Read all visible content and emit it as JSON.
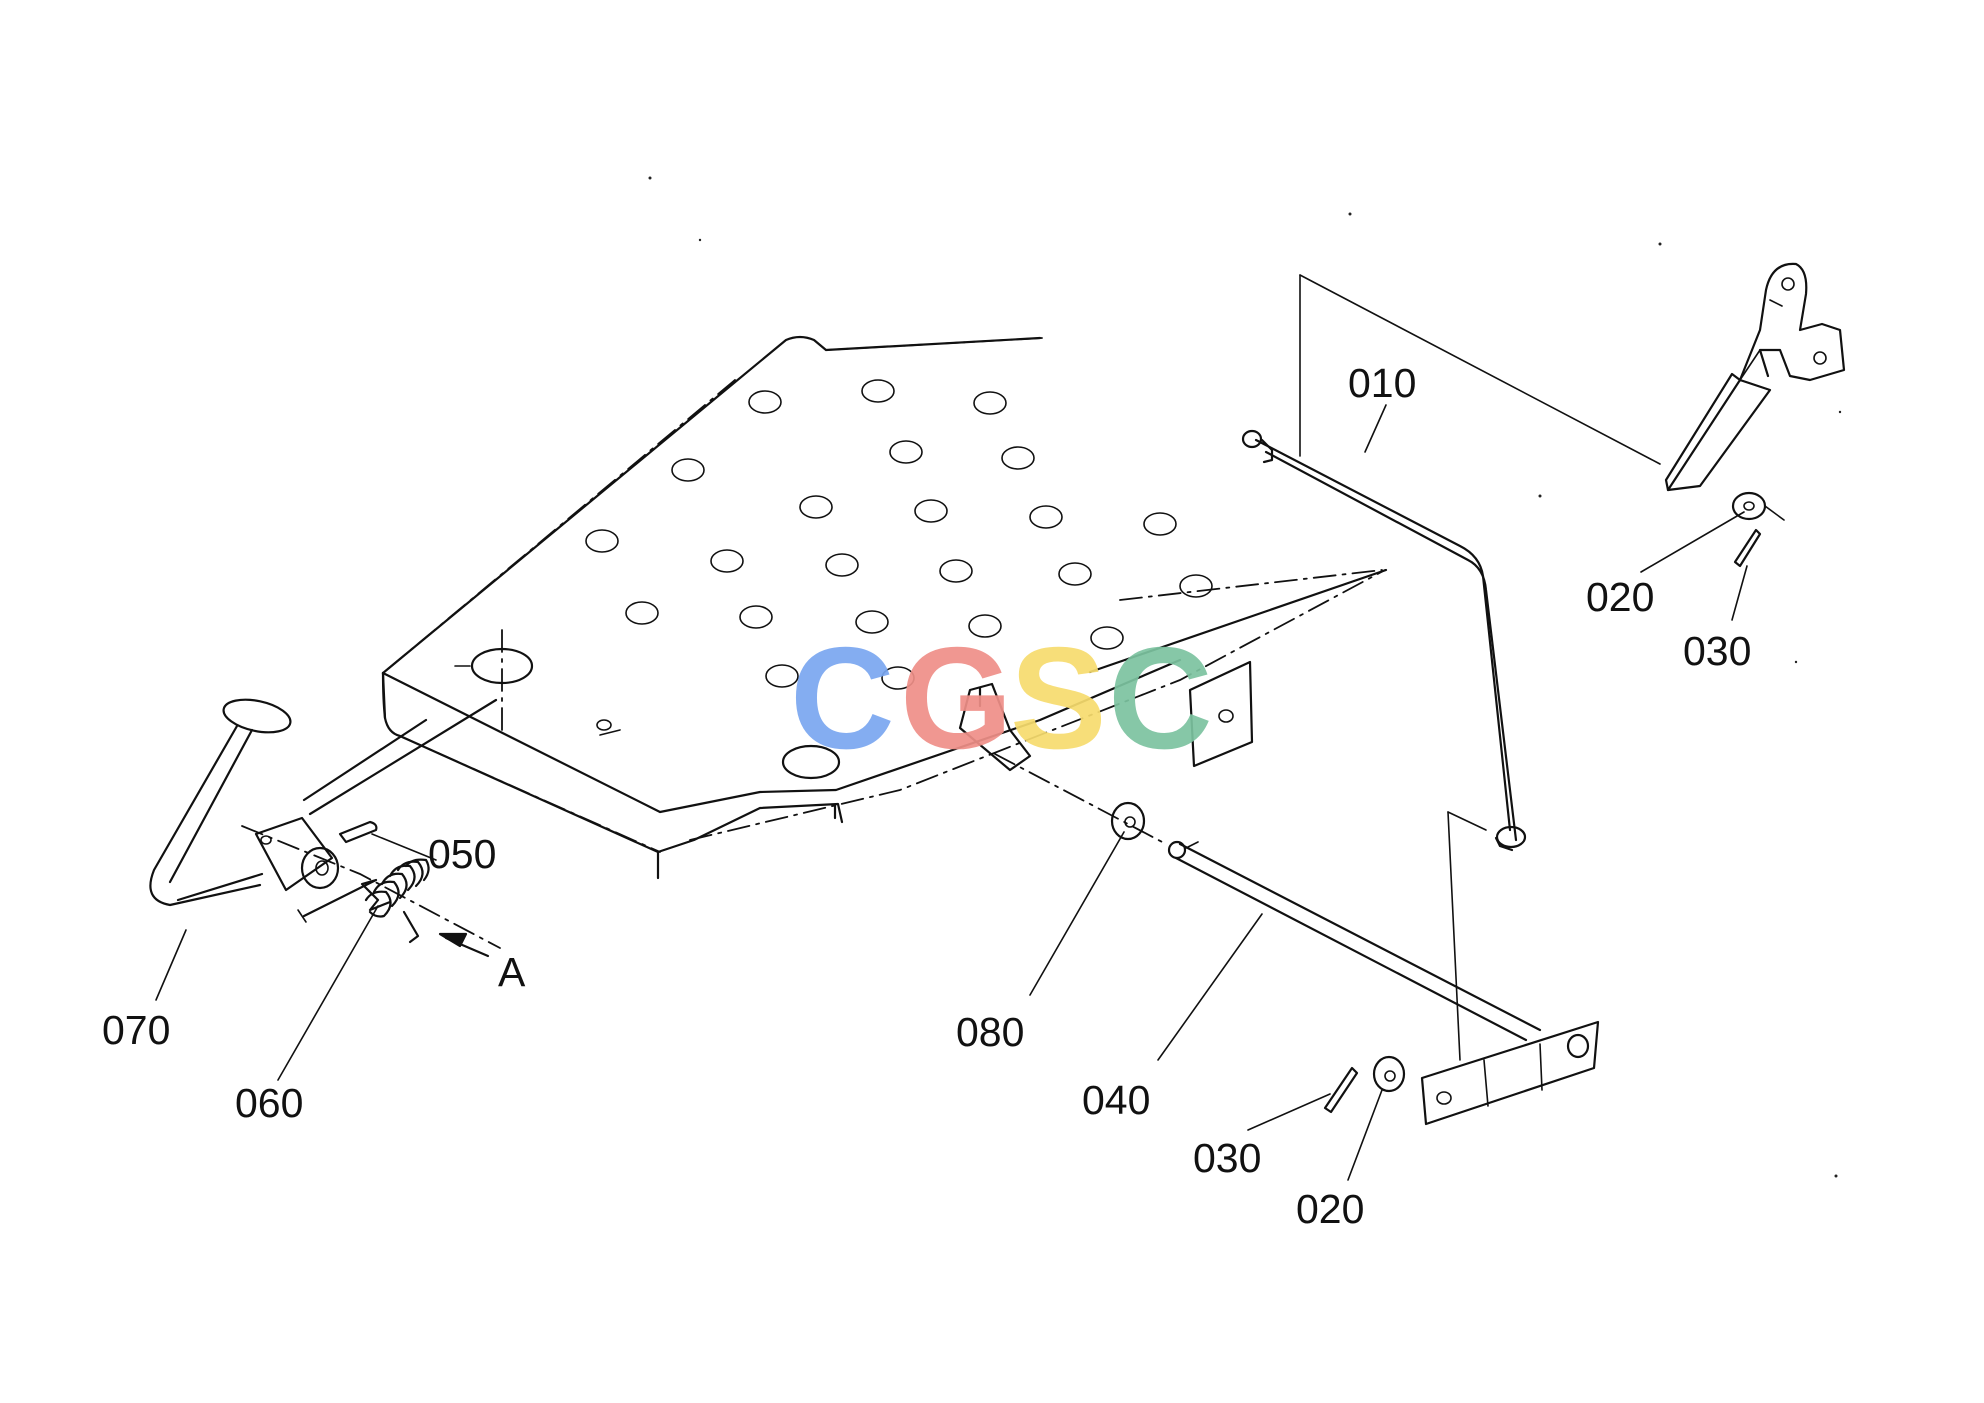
{
  "watermark": {
    "letters": [
      {
        "char": "C",
        "color": "#7aa7f0"
      },
      {
        "char": "G",
        "color": "#ef8f88"
      },
      {
        "char": "S",
        "color": "#f7dc6e"
      },
      {
        "char": "C",
        "color": "#7cc3a0"
      }
    ]
  },
  "part_labels": {
    "p010": "010",
    "p020_top": "020",
    "p030_top": "030",
    "p050": "050",
    "p060": "060",
    "p070": "070",
    "p080": "080",
    "p040": "040",
    "p030_bottom": "030",
    "p020_bottom": "020",
    "view_a": "A"
  }
}
